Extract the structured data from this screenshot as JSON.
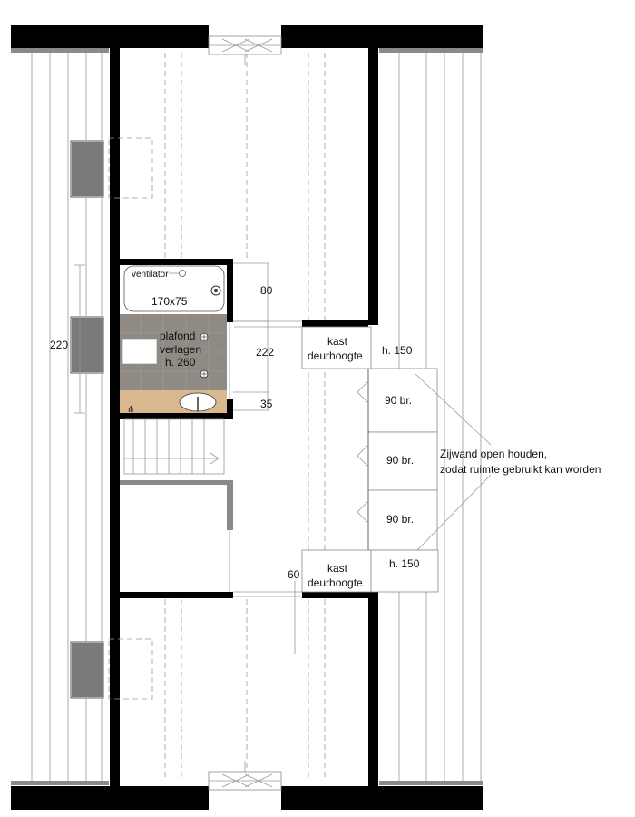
{
  "labels": {
    "ventilator": "ventilator",
    "bath_size": "170x75",
    "ceiling_line1": "plafond",
    "ceiling_line2": "verlagen",
    "ceiling_line3": "h. 260",
    "dim_80": "80",
    "dim_222": "222",
    "dim_35": "35",
    "dim_220": "220",
    "dim_60": "60",
    "kast_top_line1": "kast",
    "kast_top_line2": "deurhoogte",
    "kast_top_height": "h. 150",
    "kast_bottom_line1": "kast",
    "kast_bottom_line2": "deurhoogte",
    "kast_bottom_height": "h. 150",
    "wardrobe_1": "90 br.",
    "wardrobe_2": "90 br.",
    "wardrobe_3": "90 br.",
    "note_line1": "Zijwand open houden,",
    "note_line2": "zodat ruimte gebruikt kan worden"
  },
  "colors": {
    "wall": "#000000",
    "roof_window": "#7a7a7a",
    "floor_tiles": "#8f8a83",
    "vanity_wood": "#d9b88f",
    "eaves_edge": "#8a8a8a"
  }
}
